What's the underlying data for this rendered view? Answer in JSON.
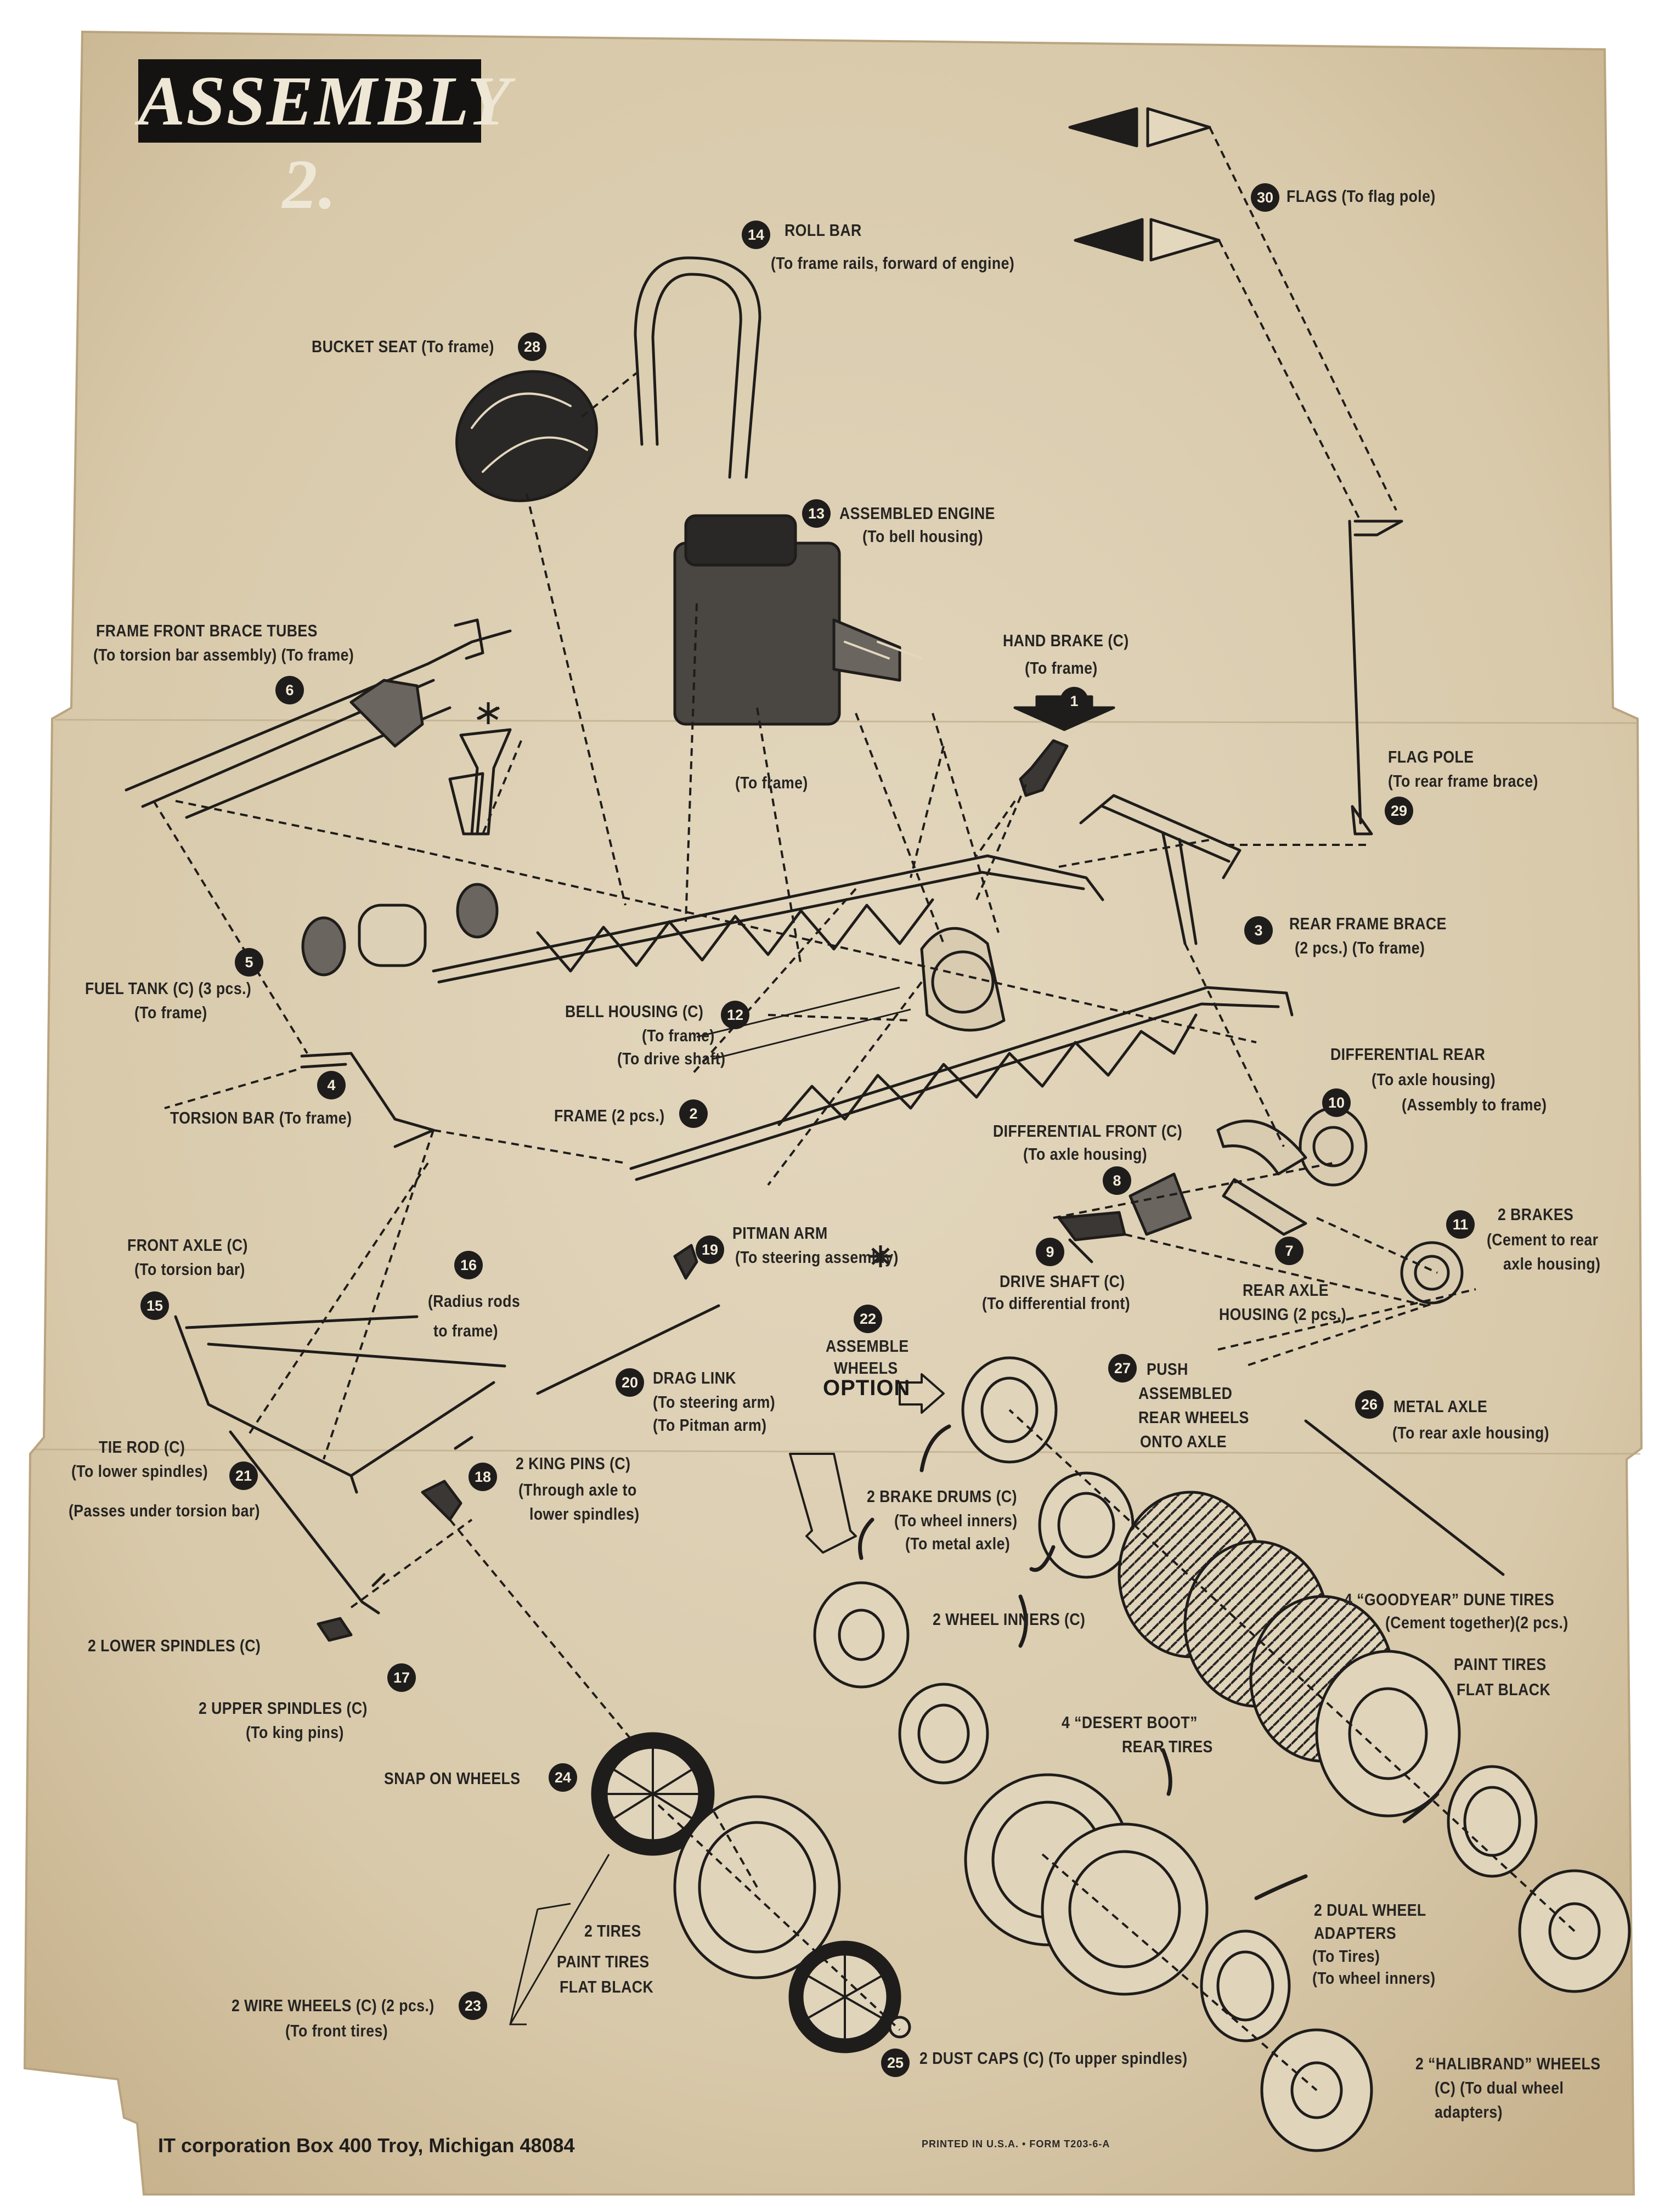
{
  "title": "ASSEMBLY 2.",
  "colors": {
    "paper": "#ddd0b7",
    "ink": "#1f1d1b",
    "paper_shadow": "#c9b895"
  },
  "labels": {
    "flags": "FLAGS (To flag pole)",
    "roll_bar": "ROLL BAR",
    "roll_bar_note": "(To frame rails, forward of engine)",
    "bucket_seat": "BUCKET SEAT (To frame)",
    "assembled_engine": "ASSEMBLED ENGINE",
    "assembled_engine_note": "(To bell housing)",
    "frame_front_brace": "FRAME FRONT BRACE TUBES",
    "frame_front_brace_note": "(To torsion bar assembly) (To frame)",
    "hand_brake": "HAND BRAKE (C)",
    "hand_brake_note": "(To frame)",
    "to_frame_engine": "(To frame)",
    "flag_pole": "FLAG POLE",
    "flag_pole_note": "(To rear frame brace)",
    "rear_frame_brace": "REAR FRAME BRACE",
    "rear_frame_brace_note": "(2 pcs.) (To frame)",
    "fuel_tank": "FUEL TANK (C) (3 pcs.)",
    "fuel_tank_note": "(To frame)",
    "bell_housing": "BELL HOUSING (C)",
    "bell_housing_note1": "(To frame)",
    "bell_housing_note2": "(To drive shaft)",
    "differential_rear": "DIFFERENTIAL REAR",
    "differential_rear_note1": "(To axle housing)",
    "differential_rear_note2": "(Assembly to frame)",
    "torsion_bar": "TORSION BAR (To frame)",
    "frame": "FRAME (2 pcs.)",
    "differential_front": "DIFFERENTIAL FRONT (C)",
    "differential_front_note": "(To axle housing)",
    "brakes": "2 BRAKES",
    "brakes_note1": "(Cement to rear",
    "brakes_note2": "axle housing)",
    "front_axle": "FRONT AXLE (C)",
    "front_axle_note": "(To torsion bar)",
    "radius_rods1": "(Radius rods",
    "radius_rods2": "to frame)",
    "pitman_arm": "PITMAN ARM",
    "pitman_arm_note": "(To steering assembly)",
    "drive_shaft": "DRIVE SHAFT (C)",
    "drive_shaft_note": "(To differential front)",
    "rear_axle_housing1": "REAR AXLE",
    "rear_axle_housing2": "HOUSING (2 pcs.)",
    "assemble_wheels1": "ASSEMBLE",
    "assemble_wheels2": "WHEELS",
    "option": "OPTION",
    "push_rear1": "PUSH",
    "push_rear2": "ASSEMBLED",
    "push_rear3": "REAR WHEELS",
    "push_rear4": "ONTO AXLE",
    "drag_link": "DRAG LINK",
    "drag_link_note1": "(To steering arm)",
    "drag_link_note2": "(To Pitman arm)",
    "metal_axle": "METAL AXLE",
    "metal_axle_note": "(To rear axle housing)",
    "tie_rod": "TIE ROD (C)",
    "tie_rod_note": "(To lower spindles)",
    "tie_rod_note2": "(Passes under torsion bar)",
    "king_pins": "2 KING PINS (C)",
    "king_pins_note1": "(Through axle to",
    "king_pins_note2": "lower spindles)",
    "brake_drums": "2 BRAKE DRUMS (C)",
    "brake_drums_note1": "(To wheel inners)",
    "brake_drums_note2": "(To metal axle)",
    "wheel_inners": "2 WHEEL INNERS (C)",
    "goodyear1": "4 “GOODYEAR” DUNE TIRES",
    "goodyear2": "(Cement together)(2 pcs.)",
    "paint_tires1": "PAINT TIRES",
    "paint_tires2": "FLAT BLACK",
    "lower_spindles": "2 LOWER SPINDLES (C)",
    "desert_boot1": "4 “DESERT BOOT”",
    "desert_boot2": "REAR TIRES",
    "upper_spindles": "2 UPPER SPINDLES (C)",
    "upper_spindles_note": "(To king pins)",
    "snap_on_wheels": "SNAP ON WHEELS",
    "two_tires": "2 TIRES",
    "paint_tires_front1": "PAINT TIRES",
    "paint_tires_front2": "FLAT BLACK",
    "dual_adapters1": "2 DUAL WHEEL",
    "dual_adapters2": "ADAPTERS",
    "dual_adapters3": "(To Tires)",
    "dual_adapters4": "(To wheel inners)",
    "wire_wheels": "2 WIRE WHEELS (C) (2 pcs.)",
    "wire_wheels_note": "(To front tires)",
    "dust_caps": "2 DUST CAPS (C) (To upper spindles)",
    "halibrand1": "2 “HALIBRAND” WHEELS",
    "halibrand2": "(C) (To dual wheel",
    "halibrand3": "adapters)"
  },
  "numbers": [
    "1",
    "2",
    "3",
    "4",
    "5",
    "6",
    "7",
    "8",
    "9",
    "10",
    "11",
    "12",
    "13",
    "14",
    "15",
    "16",
    "17",
    "18",
    "19",
    "20",
    "21",
    "22",
    "23",
    "24",
    "25",
    "26",
    "27",
    "28",
    "29",
    "30"
  ],
  "footer": {
    "company": "IT corporation Box 400 Troy, Michigan 48084",
    "printed": "PRINTED IN U.S.A.  •  FORM T203-6-A"
  }
}
